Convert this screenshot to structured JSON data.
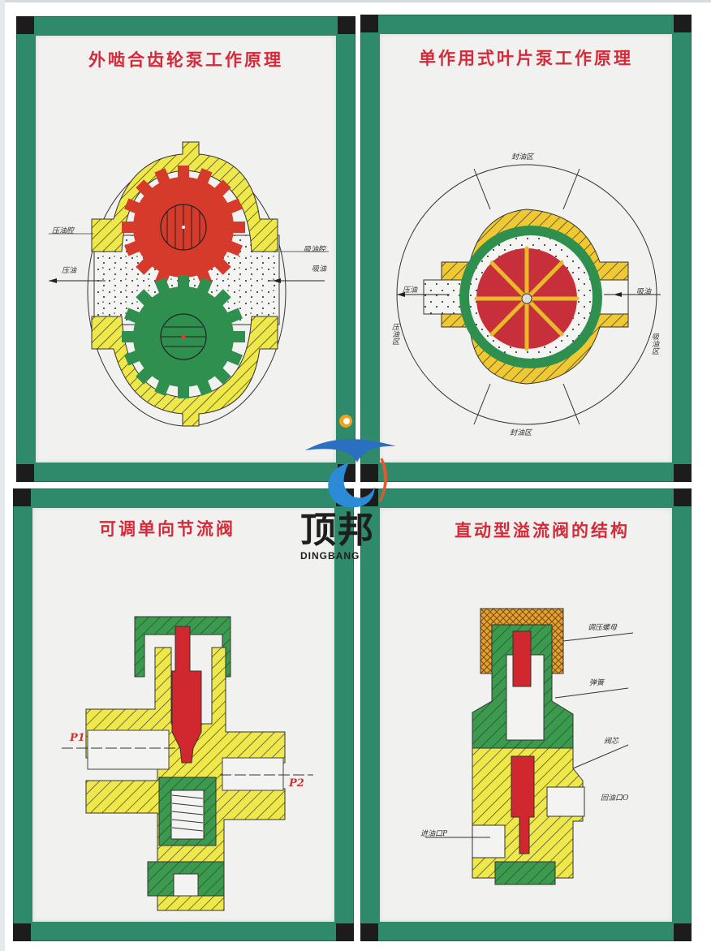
{
  "boards": [
    {
      "id": "gear-pump",
      "title": "外啮合齿轮泵工作原理",
      "labels": {
        "left_upper": "压油腔",
        "left_lower": "压油",
        "right_upper": "吸油腔",
        "right_lower": "吸油"
      }
    },
    {
      "id": "vane-pump",
      "title": "单作用式叶片泵工作原理",
      "labels": {
        "top_arc": "封油区",
        "bottom_arc": "封油区",
        "left_port": "压油",
        "right_port": "吸油",
        "left_side": "压油区",
        "right_side": "吸油区"
      }
    },
    {
      "id": "throttle-valve",
      "title": "可调单向节流阀",
      "labels": {
        "inlet": "P1",
        "outlet": "P2"
      }
    },
    {
      "id": "relief-valve",
      "title": "直动型溢流阀的结构",
      "labels": {
        "adjust_nut": "调压螺母",
        "spring": "弹簧",
        "valve_core": "阀芯",
        "return_port": "回油口O",
        "inlet_port": "进油口P"
      }
    }
  ],
  "logo": {
    "name_cn": "顶邦",
    "name_en": "DINGBANG"
  },
  "colors": {
    "frame": "#2f8a6c",
    "title": "#d62a3a",
    "yellow": "#efe84a",
    "red": "#d63a2a",
    "green": "#2f8f4e"
  }
}
